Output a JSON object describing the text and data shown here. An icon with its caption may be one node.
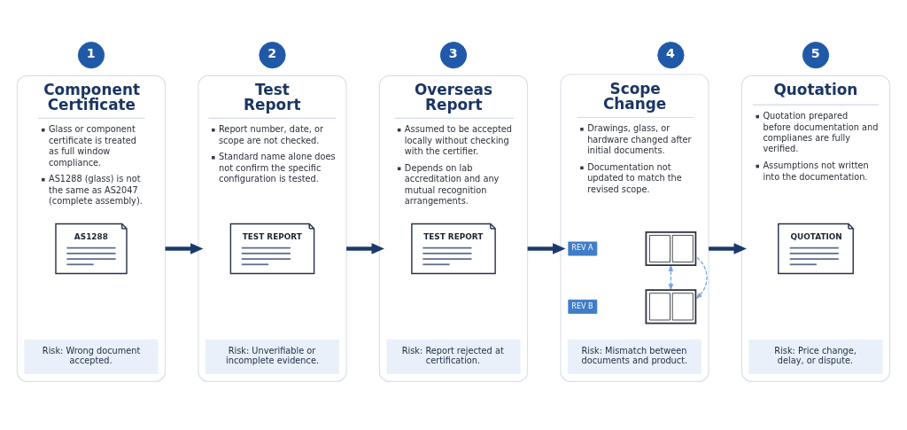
{
  "diagram": {
    "nodes": [
      {
        "text": [
          "1"
        ]
      },
      {
        "text": [
          "Component Certificate",
          "Glass or component certificate is treated as full window compliance.",
          "AS1288 (glass) is not the same as AS2047 (complete assembly)."
        ]
      },
      {
        "text": [
          "AS1288"
        ],
        "in": 1
      },
      {
        "text": [
          "Risk: Wrong document accepted."
        ],
        "in": 1
      },
      {
        "text": [
          "2"
        ]
      },
      {
        "text": [
          "Test Report",
          "Report number, date, or scope are not checked.",
          "Standard name alone does not confirm the specific configuration is tested."
        ]
      },
      {
        "text": [
          "TEST REPORT"
        ],
        "in": 5
      },
      {
        "text": [
          "Risk: Unverifiable or incomplete evidence."
        ],
        "in": 5
      },
      {
        "text": [
          "3"
        ]
      },
      {
        "text": [
          "Overseas Report",
          "Assumed to be accepted locally without checking with the certifier.",
          "Depends on lab accreditation and any mutual recognition arrangements."
        ]
      },
      {
        "text": [
          "TEST REPORT"
        ],
        "in": 9
      },
      {
        "text": [
          "Risk: Report rejected at certification."
        ],
        "in": 9
      },
      {
        "text": [
          "4"
        ]
      },
      {
        "text": [
          "Scope Change",
          "Drawings, glass, or hardware changed after initial documents.",
          "Documentation not updated to match the revised scope."
        ]
      },
      {
        "text": [],
        "shape": "picture",
        "in": 13
      },
      {
        "text": [
          "REV A"
        ],
        "in": 13
      },
      {
        "text": [],
        "shape": "picture",
        "in": 13
      },
      {
        "text": [
          "REV B"
        ],
        "in": 13
      },
      {
        "text": [
          "Risk: Mismatch between documents and product."
        ],
        "in": 13
      },
      {
        "text": [
          "5"
        ]
      },
      {
        "text": [
          "Quotation",
          "Quotation prepared before documentation and complianes are fully verified.",
          "Assumptions not written into the documentation."
        ]
      },
      {
        "text": [
          "QUOTATION"
        ],
        "in": 20
      },
      {
        "text": [
          "Risk: Price change, delay, or dispute."
        ],
        "in": 20
      }
    ],
    "edges": [
      {
        "from": 1,
        "to": 5,
        "arrow": "to"
      },
      {
        "from": 5,
        "to": 9,
        "arrow": "to"
      },
      {
        "from": 9,
        "to": 13,
        "arrow": "to"
      },
      {
        "from": 13,
        "to": 20,
        "arrow": "to"
      },
      {
        "from": 14,
        "to": 16,
        "arrow": "both",
        "style": "dashed",
        "color": "#7aa3d8"
      },
      {
        "from": 14,
        "to": 16,
        "arrow": "to",
        "style": "dashed",
        "color": "#7aa3d8"
      }
    ]
  }
}
